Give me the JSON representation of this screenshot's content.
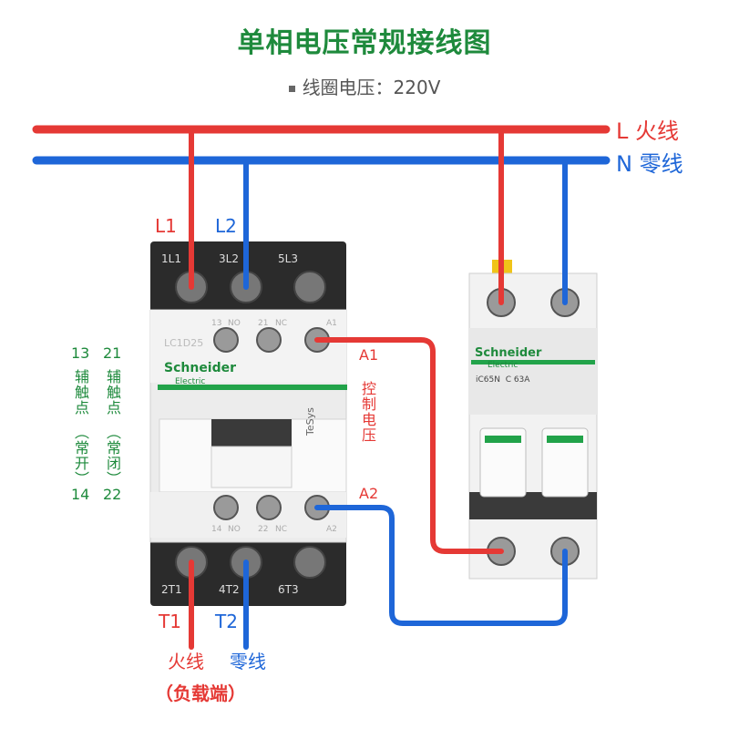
{
  "title": "单相电压常规接线图",
  "subtitle": "线圈电压：220V",
  "lines": {
    "live_label": "L 火线",
    "neutral_label": "N 零线"
  },
  "contactor": {
    "input_labels": [
      "L1",
      "L2"
    ],
    "output_labels": [
      "T1",
      "T2"
    ],
    "coil_labels": [
      "A1",
      "A2"
    ],
    "control_voltage": "控制电压",
    "model": "LC1D25",
    "brand": "Schneider",
    "brand_sub": "Electric",
    "series": "TeSys",
    "top_terminals": [
      "1L1",
      "3L2",
      "5L3"
    ],
    "bottom_terminals": [
      "2T1",
      "4T2",
      "6T3"
    ],
    "aux_top": [
      "13",
      "NO",
      "21",
      "NC",
      "A1"
    ],
    "aux_bottom": [
      "14",
      "NO",
      "22",
      "NC",
      "A2"
    ]
  },
  "aux_contacts": [
    {
      "top": "13",
      "label": "辅触点",
      "state": "（常开）",
      "bottom": "14"
    },
    {
      "top": "21",
      "label": "辅触点",
      "state": "（常闭）",
      "bottom": "22"
    }
  ],
  "breaker": {
    "brand": "Schneider",
    "brand_sub": "Electric",
    "model": "iC65N  C 63A"
  },
  "load": {
    "live": "火线",
    "neutral": "零线",
    "label": "（负载端）"
  }
}
